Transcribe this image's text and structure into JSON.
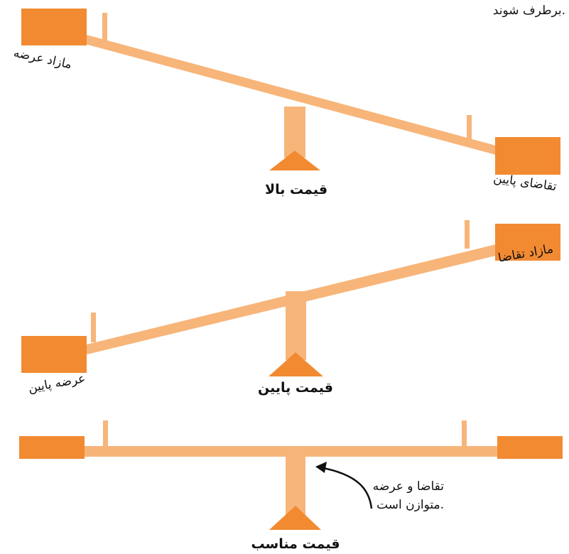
{
  "top_note": "برطرف شوند.",
  "colors": {
    "beam": "#f7b57a",
    "block": "#f28a32",
    "fulcrum": "#f28a32",
    "arrow": "#111111"
  },
  "seesaws": [
    {
      "left_label": "مازاد عرضه",
      "right_label": "تقاضای پایین",
      "price_label": "قیمت بالا"
    },
    {
      "left_label": "عرضه پایین",
      "right_label": "مازاد تقاضا",
      "price_label": "قیمت پایین"
    },
    {
      "note_line1": "تقاضا و عرضه",
      "note_line2": "متوازن است.",
      "price_label": "قیمت مناسب"
    }
  ]
}
